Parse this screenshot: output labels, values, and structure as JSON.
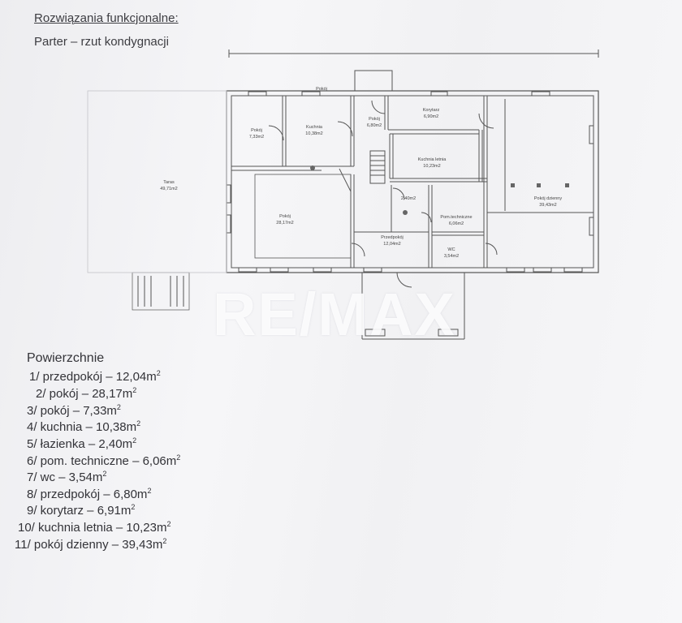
{
  "header": {
    "title": "Rozwiązania funkcjonalne:",
    "subtitle": "Parter – rzut kondygnacji"
  },
  "plan": {
    "rooms": [
      {
        "name": "Pokój",
        "area": "7,33m2"
      },
      {
        "name": "Kuchnia",
        "area": "10,38m2"
      },
      {
        "name": "Pokój",
        "area": "6,80m2"
      },
      {
        "name": "Korytarz",
        "area": "6,90m2"
      },
      {
        "name": "Kuchnia letnia",
        "area": "10,23m2"
      },
      {
        "name": "Pokój",
        "area": "28,17m2"
      },
      {
        "name": "2,40m2",
        "area": ""
      },
      {
        "name": "Pom.techniczne",
        "area": "6,06m2"
      },
      {
        "name": "Pokój dzienny",
        "area": "39,43m2"
      },
      {
        "name": "Przedpokój",
        "area": "12,04m2"
      },
      {
        "name": "WC",
        "area": "3,54m2"
      },
      {
        "name": "Taras",
        "area": "49,71m2"
      }
    ],
    "porch_label": "Pokój",
    "watermark": "RE/MAX"
  },
  "areas": {
    "heading": "Powierzchnie",
    "items": [
      {
        "text": "1/ przedpokój – 12,04m",
        "sup": "2"
      },
      {
        "text": "2/ pokój – 28,17m",
        "sup": "2"
      },
      {
        "text": "3/ pokój – 7,33m",
        "sup": "2"
      },
      {
        "text": "4/ kuchnia – 10,38m",
        "sup": "2"
      },
      {
        "text": "5/ łazienka – 2,40m",
        "sup": "2"
      },
      {
        "text": "6/ pom. techniczne – 6,06m",
        "sup": "2"
      },
      {
        "text": "7/ wc – 3,54m",
        "sup": "2"
      },
      {
        "text": "8/ przedpokój – 6,80m",
        "sup": "2"
      },
      {
        "text": "9/ korytarz – 6,91m",
        "sup": "2"
      },
      {
        "text": "10/ kuchnia letnia – 10,23m",
        "sup": "2"
      },
      {
        "text": "11/ pokój dzienny – 39,43m",
        "sup": "2"
      }
    ]
  }
}
